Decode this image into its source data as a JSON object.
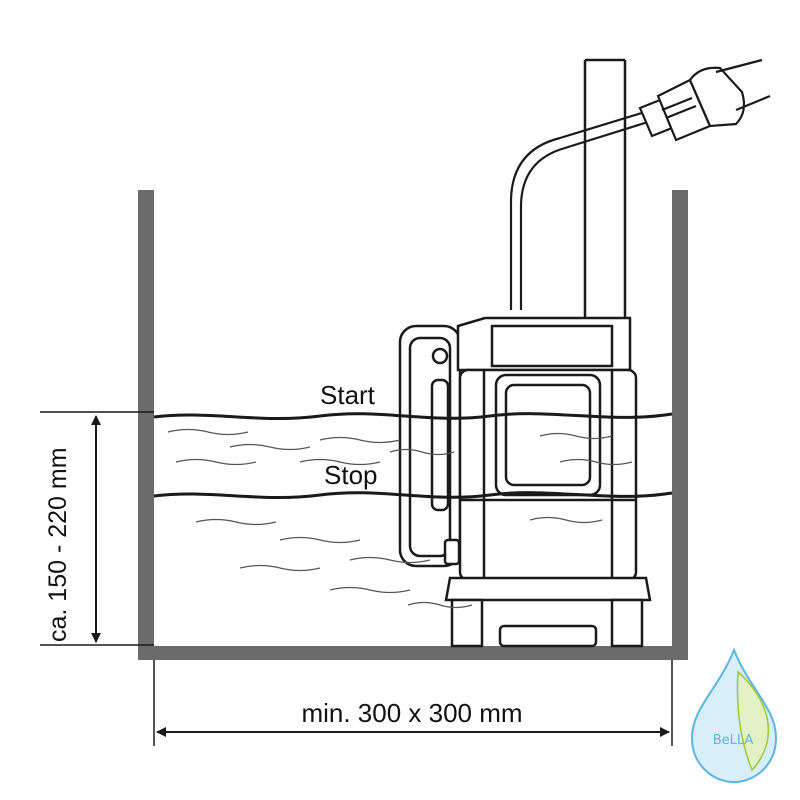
{
  "labels": {
    "start": "Start",
    "stop": "Stop",
    "height_dimension": "ca. 150 - 220 mm",
    "width_dimension": "min. 300 x 300 mm"
  },
  "logo": {
    "text": "BeLLA"
  },
  "colors": {
    "line": "#1a1a1a",
    "wall": "#6b6b6b",
    "wave": "#555555",
    "logo_blue": "#5fb4e0",
    "logo_green": "#9cc83c"
  }
}
